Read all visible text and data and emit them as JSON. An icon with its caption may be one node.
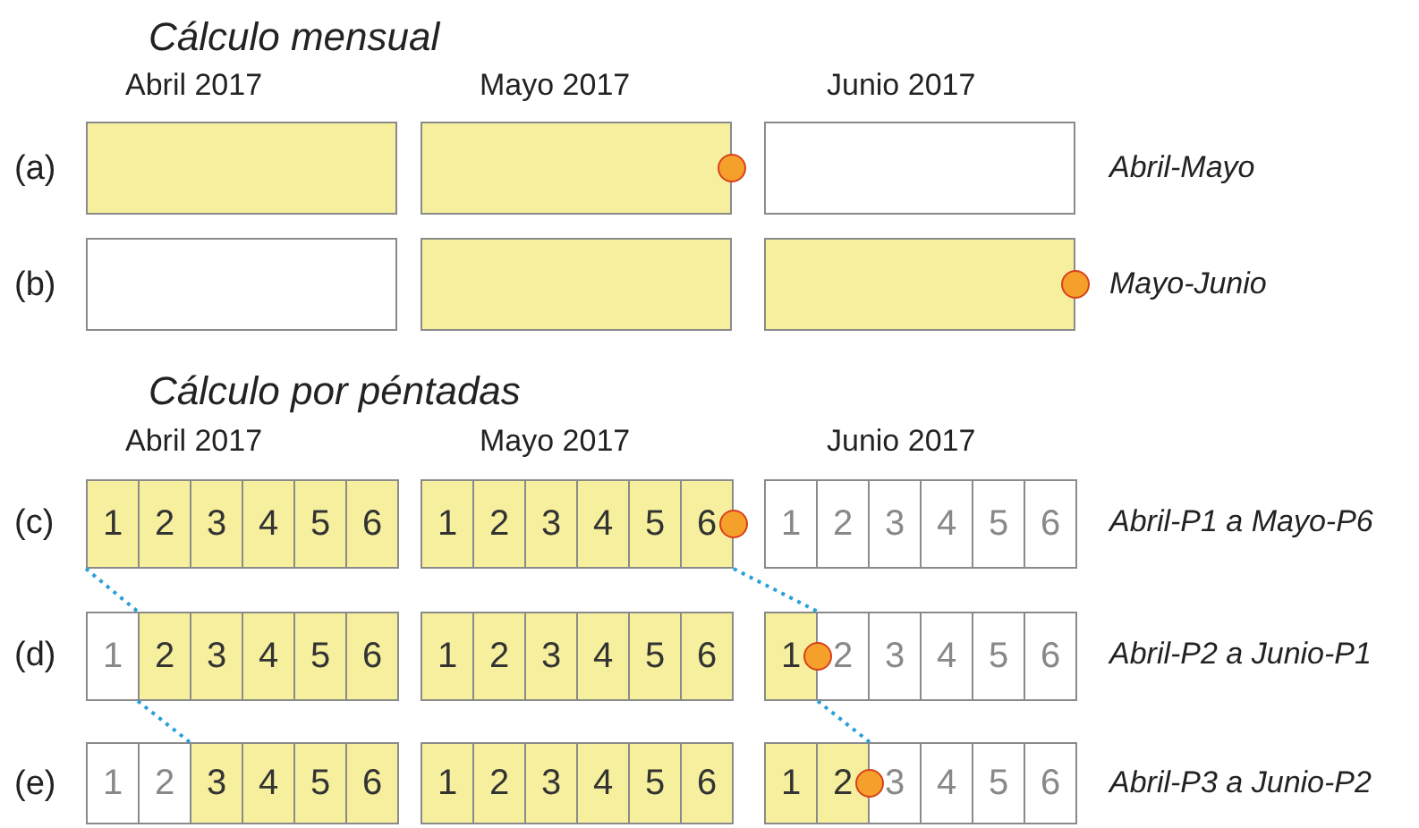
{
  "diagram": {
    "nodes": [
      {
        "text": [],
        "shape": "box"
      },
      {
        "text": [],
        "shape": "box"
      },
      {
        "text": [],
        "shape": "box"
      },
      {
        "text": [],
        "shape": "box"
      },
      {
        "text": [],
        "shape": "box"
      },
      {
        "text": [],
        "shape": "box"
      },
      {
        "text": [
          "1"
        ]
      },
      {
        "text": [
          "2"
        ]
      },
      {
        "text": [
          "3"
        ]
      },
      {
        "text": [
          "4"
        ]
      },
      {
        "text": [
          "5"
        ]
      },
      {
        "text": [
          "6"
        ]
      },
      {
        "text": [
          "1"
        ]
      },
      {
        "text": [
          "2"
        ]
      },
      {
        "text": [
          "3"
        ]
      },
      {
        "text": [
          "4"
        ]
      },
      {
        "text": [
          "5"
        ]
      },
      {
        "text": [
          "6"
        ]
      },
      {
        "text": [
          "1"
        ]
      },
      {
        "text": [
          "2"
        ]
      },
      {
        "text": [
          "3"
        ]
      },
      {
        "text": [
          "4"
        ]
      },
      {
        "text": [
          "5"
        ]
      },
      {
        "text": [
          "6"
        ]
      },
      {
        "text": [
          "1"
        ]
      },
      {
        "text": [
          "2"
        ]
      },
      {
        "text": [
          "3"
        ]
      },
      {
        "text": [
          "4"
        ]
      },
      {
        "text": [
          "5"
        ]
      },
      {
        "text": [
          "6"
        ]
      },
      {
        "text": [
          "1"
        ]
      },
      {
        "text": [
          "2"
        ]
      },
      {
        "text": [
          "3"
        ]
      },
      {
        "text": [
          "4"
        ]
      },
      {
        "text": [
          "5"
        ]
      },
      {
        "text": [
          "6"
        ]
      },
      {
        "text": [
          "1"
        ]
      },
      {
        "text": [
          "2"
        ]
      },
      {
        "text": [
          "3"
        ]
      },
      {
        "text": [
          "4"
        ]
      },
      {
        "text": [
          "5"
        ]
      },
      {
        "text": [
          "6"
        ]
      },
      {
        "text": [
          "1"
        ]
      },
      {
        "text": [
          "2"
        ]
      },
      {
        "text": [
          "3"
        ]
      },
      {
        "text": [
          "4"
        ]
      },
      {
        "text": [
          "5"
        ]
      },
      {
        "text": [
          "6"
        ]
      },
      {
        "text": [
          "1"
        ]
      },
      {
        "text": [
          "2"
        ]
      },
      {
        "text": [
          "3"
        ]
      },
      {
        "text": [
          "4"
        ]
      },
      {
        "text": [
          "5"
        ]
      },
      {
        "text": [
          "6"
        ]
      },
      {
        "text": [
          "1"
        ]
      },
      {
        "text": [
          "2"
        ]
      },
      {
        "text": [
          "3"
        ]
      },
      {
        "text": [
          "4"
        ]
      },
      {
        "text": [
          "5"
        ]
      },
      {
        "text": [
          "6"
        ]
      }
    ],
    "edges": [
      {
        "from": 6,
        "to": 25,
        "arrow": "none",
        "style": "dashed",
        "color": "#2aa0d8"
      },
      {
        "from": 17,
        "to": 36,
        "arrow": "none",
        "style": "dashed",
        "color": "#2aa0d8"
      },
      {
        "from": 25,
        "to": 44,
        "arrow": "none",
        "style": "dashed",
        "color": "#2aa0d8"
      },
      {
        "from": 36,
        "to": 55,
        "arrow": "none",
        "style": "dashed",
        "color": "#2aa0d8"
      }
    ],
    "labels": [
      "Cálculo mensual",
      "Abril 2017",
      "Mayo 2017",
      "Junio 2017",
      "(a)",
      "Abril-Mayo",
      "(b)",
      "Mayo-Junio",
      "Cálculo por péntadas",
      "Abril 2017",
      "Mayo 2017",
      "Junio 2017",
      "(c)",
      "Abril-P1 a Mayo-P6",
      "(d)",
      "Abril-P2 a Junio-P1",
      "(e)",
      "Abril-P3 a Junio-P2"
    ]
  }
}
